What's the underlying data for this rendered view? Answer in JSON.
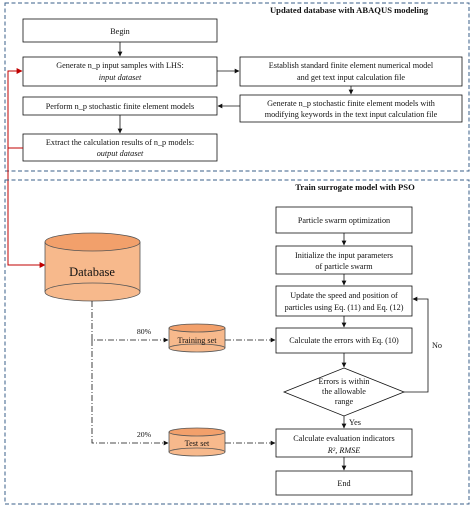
{
  "sections": {
    "top_title": "Updated database with ABAQUS modeling",
    "bottom_title": "Train surrogate model with PSO"
  },
  "top": {
    "begin": "Begin",
    "lhs_line1": "Generate n_p input samples with LHS:",
    "lhs_line2": "input dataset",
    "perform": "Perform n_p stochastic finite element models",
    "extract_line1": "Extract the calculation results of n_p models:",
    "extract_line2": "output dataset",
    "establish_line1": "Establish standard finite element numerical model",
    "establish_line2": "and get text input calculation file",
    "gen_models_line1": "Generate n_p stochastic finite element models with",
    "gen_models_line2": "modifying keywords in the text input calculation file"
  },
  "bottom": {
    "database": "Database",
    "training_set": "Training set",
    "test_set": "Test set",
    "pct_train": "80%",
    "pct_test": "20%",
    "pso": "Particle swarm optimization",
    "init_line1": "Initialize the input parameters",
    "init_line2": "of particle swarm",
    "update_line1": "Update the speed and position of",
    "update_line2": "particles using Eq. (11) and Eq. (12)",
    "errors": "Calculate the errors with Eq. (10)",
    "decision_line1": "Errors is within",
    "decision_line2": "the allowable",
    "decision_line3": "range",
    "yes": "Yes",
    "no": "No",
    "eval_line1": "Calculate evaluation indicators",
    "eval_line2": "R², RMSE",
    "end": "End"
  },
  "colors": {
    "dashed_border": "#3a5f8a",
    "orange_fill": "#f7b98c",
    "orange_dark": "#f2a06b",
    "red_arrow": "#c00000"
  }
}
